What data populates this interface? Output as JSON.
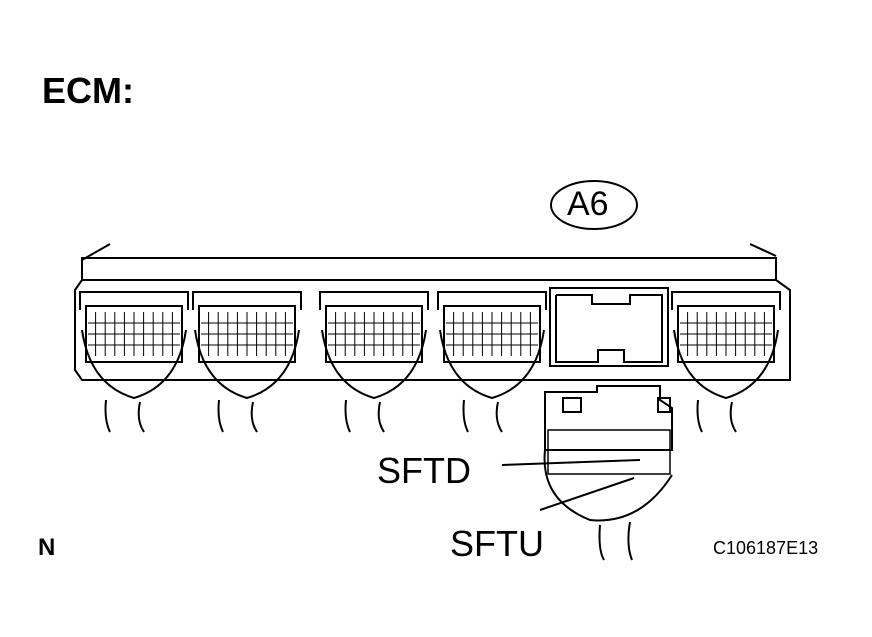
{
  "title": "ECM:",
  "connector_id": "A6",
  "pins": {
    "upper": "SFTD",
    "lower": "SFTU"
  },
  "orientation_mark": "N",
  "figure_code": "C106187E13",
  "colors": {
    "line": "#000000",
    "background": "#ffffff"
  }
}
